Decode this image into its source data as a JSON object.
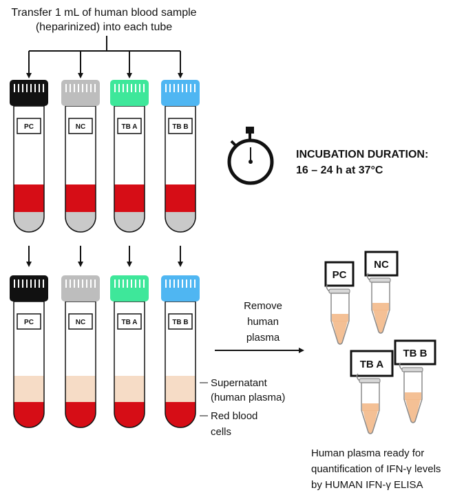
{
  "instruction": {
    "line1": "Transfer 1 mL of human blood sample",
    "line2": "(heparinized) into each tube"
  },
  "tubes": [
    {
      "label": "PC",
      "cap_color": "#111111"
    },
    {
      "label": "NC",
      "cap_color": "#bdbdbd"
    },
    {
      "label": "TB A",
      "cap_color": "#3ee79a"
    },
    {
      "label": "TB B",
      "cap_color": "#4fb6f2"
    }
  ],
  "incubation": {
    "title": "INCUBATION DURATION:",
    "detail": "16 – 24 h at 37°C"
  },
  "layers": {
    "supernatant": "Supernatant",
    "supernatant_sub": "(human plasma)",
    "rbc": "Red blood",
    "rbc_sub": "cells"
  },
  "transfer": {
    "line1": "Remove",
    "line2": "human",
    "line3": "plasma"
  },
  "microtubes": [
    {
      "label": "PC"
    },
    {
      "label": "NC"
    },
    {
      "label": "TB A"
    },
    {
      "label": "TB B"
    }
  ],
  "result": {
    "line1": "Human plasma ready for",
    "line2": "quantification of IFN-γ levels",
    "line3": "by HUMAN IFN-γ ELISA"
  },
  "colors": {
    "blood": "#d60d16",
    "gray_bottom": "#c9c9c9",
    "plasma": "#f6dcc6",
    "plasma_micro": "#f3b98a"
  }
}
